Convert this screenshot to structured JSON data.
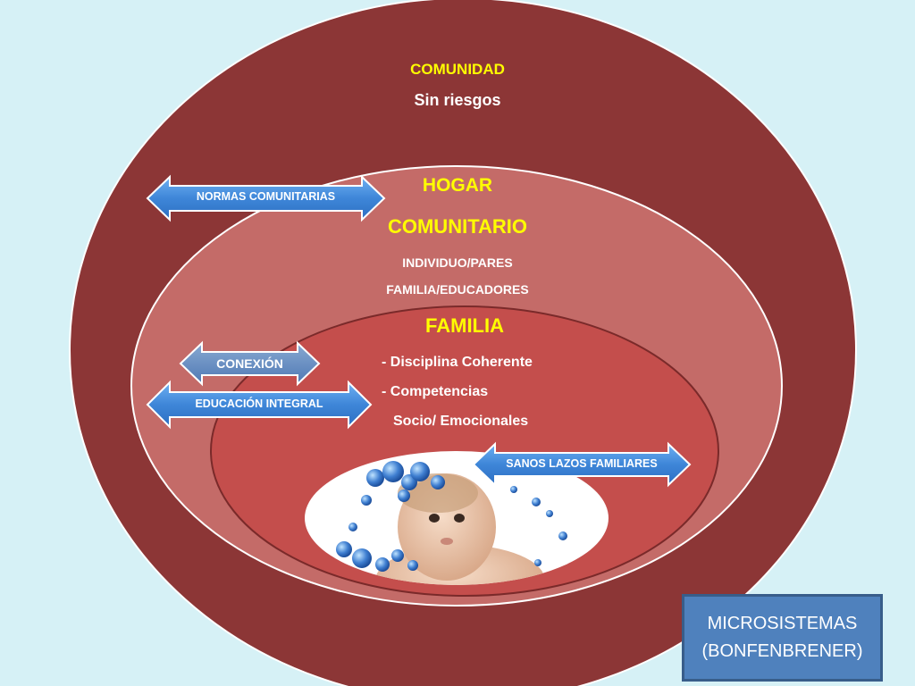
{
  "colors": {
    "background": "#d6f1f6",
    "outer_ellipse": "#8c3636",
    "middle_ellipse": "#c46b68",
    "inner_ellipse": "#c44e4c",
    "title_yellow": "#ffff00",
    "arrow_fill": "#3e86d8",
    "caption_fill": "#4f81bd"
  },
  "comunidad": {
    "title": "COMUNIDAD",
    "subtitle": "Sin riesgos"
  },
  "hogar": {
    "title": "HOGAR",
    "subtitle": "COMUNITARIO",
    "line1": "INDIVIDUO/PARES",
    "line2": "FAMILIA/EDUCADORES"
  },
  "familia": {
    "title": "FAMILIA",
    "items": [
      "- Disciplina Coherente",
      "- Competencias",
      "Socio/ Emocionales"
    ]
  },
  "arrows": {
    "normas": "NORMAS COMUNITARIAS",
    "conexion": "CONEXIÓN",
    "educacion": "EDUCACIÓN INTEGRAL",
    "sanos": "SANOS LAZOS FAMILIARES"
  },
  "caption": {
    "line1": "MICROSISTEMAS",
    "line2": "(BONFENBRENER)"
  },
  "image": {
    "subject": "baby-with-blue-bubbles-photo"
  }
}
